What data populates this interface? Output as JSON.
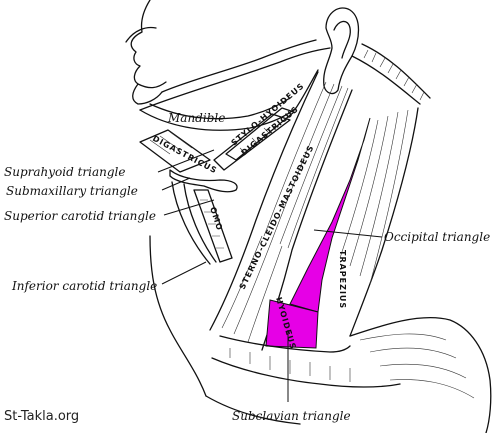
{
  "labels": {
    "mandible": "Mandible",
    "suprahyoid": "Suprahyoid triangle",
    "submaxillary": "Submaxillary triangle",
    "superior_carotid": "Superior carotid triangle",
    "inferior_carotid": "Inferior carotid triangle",
    "occipital": "Occipital triangle",
    "subclavian": "Subclavian triangle"
  },
  "muscles": {
    "digastricus_left": "DIGASTRICUS",
    "stylohyoideus": "STYLO-HYOIDEUS",
    "digastricus_right": "DIGASTRICUS",
    "sternocleidomastoideus": "STERNO-CLEIDO-MASTOIDEUS",
    "omo": "OMO",
    "trapezius": "TRAPEZIUS",
    "hyoideus": "HYOIDEUS"
  },
  "watermark": "St-Takla.org",
  "colors": {
    "highlight": "#e600e6",
    "ink": "#111111"
  }
}
